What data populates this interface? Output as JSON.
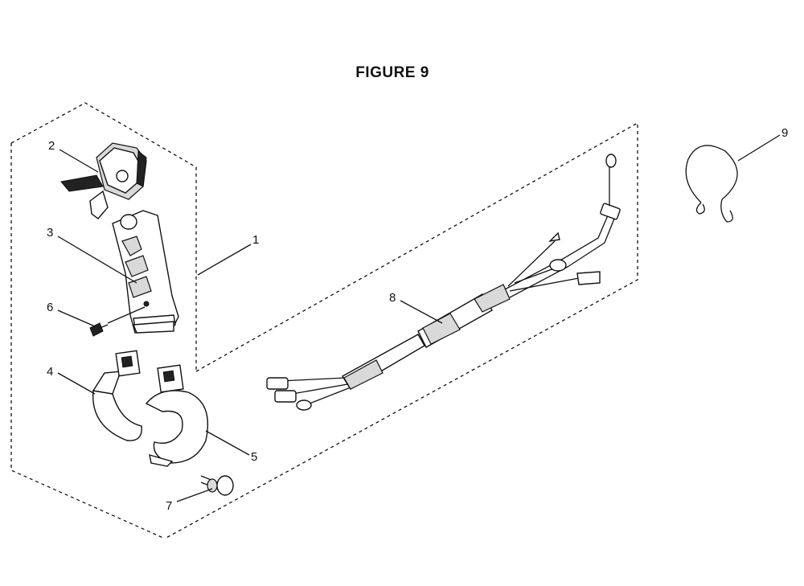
{
  "figure": {
    "title": "FIGURE 9"
  },
  "callouts": {
    "c1": "1",
    "c2": "2",
    "c3": "3",
    "c4": "4",
    "c5": "5",
    "c6": "6",
    "c7": "7",
    "c8": "8",
    "c9": "9"
  },
  "colors": {
    "line": "#111111",
    "background": "#ffffff"
  }
}
